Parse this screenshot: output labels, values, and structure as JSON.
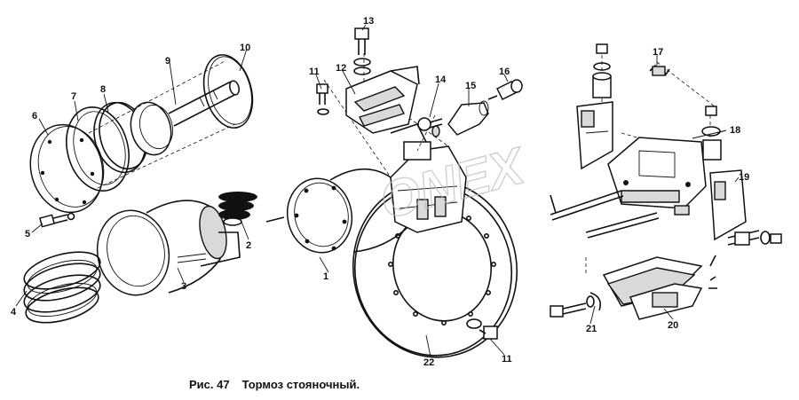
{
  "caption": {
    "figure": "Рис. 47",
    "title": "Тормоз стояночный."
  },
  "callouts": [
    "1",
    "2",
    "3",
    "4",
    "5",
    "6",
    "7",
    "8",
    "9",
    "10",
    "11",
    "11",
    "12",
    "13",
    "14",
    "15",
    "16",
    "17",
    "18",
    "19",
    "20",
    "21",
    "22"
  ],
  "watermark": "ONEX"
}
